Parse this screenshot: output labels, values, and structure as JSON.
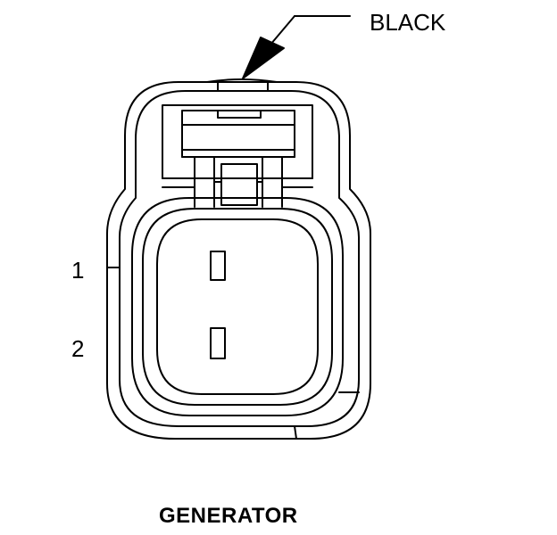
{
  "connector": {
    "color_label": "BLACK",
    "pins": [
      {
        "number": "1"
      },
      {
        "number": "2"
      }
    ],
    "caption": "GENERATOR"
  },
  "colors": {
    "stroke": "#000000",
    "background": "#ffffff"
  }
}
